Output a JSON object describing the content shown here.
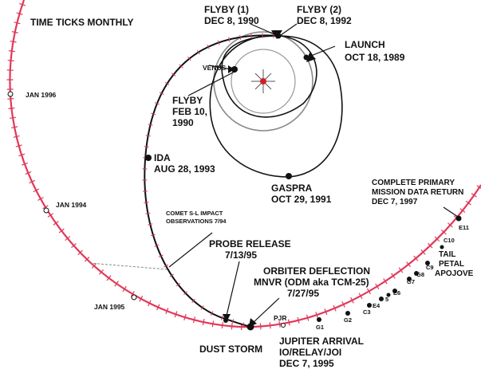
{
  "header": {
    "title": "TIME TICKS MONTHLY"
  },
  "events": {
    "flyby1": {
      "line1": "FLYBY (1)",
      "line2": "DEC 8, 1990"
    },
    "flyby2": {
      "line1": "FLYBY (2)",
      "line2": "DEC 8, 1992"
    },
    "launch": {
      "line1": "LAUNCH",
      "line2": "OCT 18, 1989"
    },
    "venus": {
      "label": "VENUS"
    },
    "flybyFeb": {
      "line1": "FLYBY",
      "line2": "FEB 10,",
      "line3": "1990"
    },
    "ida": {
      "line1": "IDA",
      "line2": "AUG 28, 1993"
    },
    "gaspra": {
      "line1": "GASPRA",
      "line2": "OCT 29, 1991"
    },
    "comet": {
      "line1": "COMET S-L IMPACT",
      "line2": "OBSERVATIONS 7/94"
    },
    "probe": {
      "line1": "PROBE RELEASE",
      "line2": "7/13/95"
    },
    "orbiter": {
      "line1": "ORBITER DEFLECTION",
      "line2": "MNVR (ODM aka TCM-25)",
      "line3": "7/27/95"
    },
    "dust": {
      "label": "DUST STORM"
    },
    "arrival": {
      "line1": "JUPITER ARRIVAL",
      "line2": "IO/RELAY/JOI",
      "line3": "DEC 7, 1995"
    },
    "complete": {
      "line1": "COMPLETE PRIMARY",
      "line2": "MISSION DATA RETURN",
      "line3": "DEC 7, 1997"
    },
    "tail": {
      "line1": "TAIL",
      "line2": "PETAL",
      "line3": "APOJOVE"
    },
    "pjr": {
      "label": "PJR"
    }
  },
  "jupiter_dates": {
    "jan1996": "JAN 1996",
    "jan1994": "JAN 1994",
    "jan1995": "JAN 1995"
  },
  "orbit_labels": [
    "G1",
    "G2",
    "C3",
    "E4",
    "5",
    "E6",
    "G7",
    "G8",
    "C9",
    "C10",
    "E11"
  ],
  "colors": {
    "jupiter_orbit": "#e0395a",
    "trajectory": "#111111",
    "earth_orbit": "#888888",
    "sun": "#d0202a"
  }
}
